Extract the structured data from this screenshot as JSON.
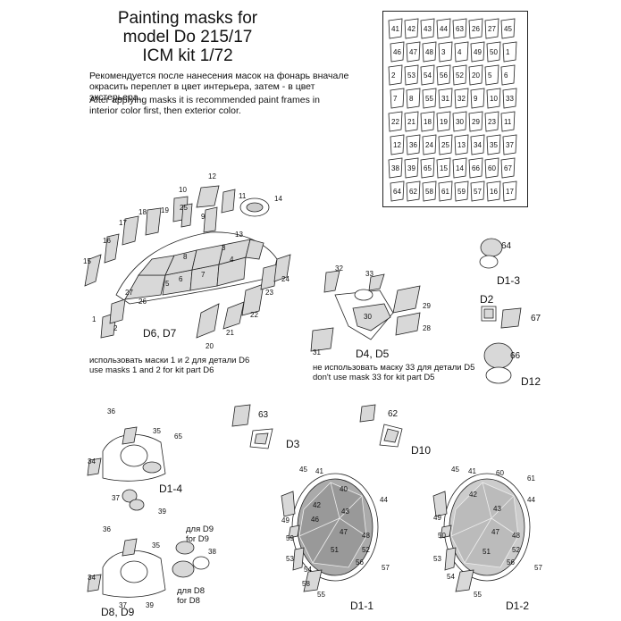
{
  "header": {
    "title_line1": "Painting masks for",
    "title_line2": "model Do 215/17",
    "title_line3": "ICM kit 1/72"
  },
  "notes": {
    "ru": "Рекомендуется после нанесения масок на фонарь вначале окрасить переплет в цвет интерьера, затем - в цвет экстерьера.",
    "en": "After applying masks it is recommended paint frames in interior color first, then exterior color."
  },
  "sheet": {
    "numbers": [
      "41",
      "42",
      "43",
      "44",
      "63",
      "26",
      "27",
      "45",
      "46",
      "47",
      "48",
      "3",
      "4",
      "49",
      "50",
      "1",
      "2",
      "53",
      "54",
      "56",
      "52",
      "20",
      "5",
      "6",
      "7",
      "8",
      "55",
      "31",
      "32",
      "9",
      "10",
      "33",
      "22",
      "21",
      "18",
      "19",
      "30",
      "29",
      "23",
      "11",
      "12",
      "36",
      "24",
      "25",
      "13",
      "34",
      "35",
      "37",
      "38",
      "39",
      "65",
      "15",
      "14",
      "66",
      "60",
      "67",
      "64",
      "62",
      "58",
      "61",
      "59",
      "57",
      "16",
      "17"
    ]
  },
  "canopy_main": {
    "labels": [
      "1",
      "2",
      "3",
      "4",
      "5",
      "6",
      "7",
      "8",
      "9",
      "10",
      "11",
      "12",
      "13",
      "14",
      "15",
      "16",
      "17",
      "18",
      "19",
      "20",
      "21",
      "22",
      "23",
      "24",
      "25",
      "26",
      "27"
    ],
    "caption_parts": "D6, D7",
    "caption_ru": "использовать маски 1 и 2 для детали D6",
    "caption_en": "use masks 1 and 2 for kit part D6"
  },
  "nose_part": {
    "labels": [
      "28",
      "29",
      "30",
      "31",
      "32",
      "33"
    ],
    "caption_parts": "D4, D5",
    "caption_ru": "не использовать маску 33 для детали D5",
    "caption_en": "don't use mask 33 for kit part D5"
  },
  "small_parts": {
    "d13": {
      "mask": "64",
      "part": "D1-3"
    },
    "d2": {
      "part": "D2",
      "mask": "67"
    },
    "d12": {
      "mask": "66",
      "part": "D12"
    },
    "d3": {
      "mask": "63",
      "part": "D3"
    },
    "d10": {
      "mask": "62",
      "part": "D10"
    }
  },
  "d14": {
    "labels": [
      "36",
      "35",
      "65",
      "34",
      "37",
      "39"
    ],
    "part": "D1-4"
  },
  "d89": {
    "labels": [
      "36",
      "35",
      "34",
      "37",
      "39",
      "38"
    ],
    "for_d9_ru": "для  D9",
    "for_d9_en": "for D9",
    "for_d8_ru": "для  D8",
    "for_d8_en": "for D8",
    "part": "D8, D9"
  },
  "d11": {
    "labels": [
      "45",
      "41",
      "40",
      "42",
      "43",
      "44",
      "46",
      "49",
      "47",
      "48",
      "59",
      "53",
      "51",
      "52",
      "56",
      "57",
      "58",
      "54",
      "55"
    ],
    "part": "D1-1"
  },
  "d12b": {
    "labels": [
      "45",
      "41",
      "60",
      "61",
      "42",
      "43",
      "44",
      "49",
      "50",
      "47",
      "48",
      "52",
      "53",
      "56",
      "57",
      "54",
      "55",
      "51"
    ],
    "part": "D1-2"
  }
}
